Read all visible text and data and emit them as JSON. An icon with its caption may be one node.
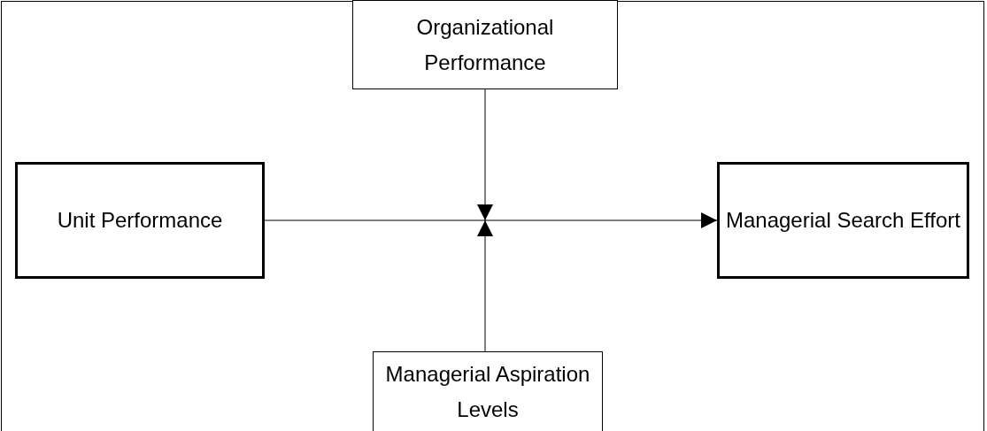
{
  "diagram": {
    "nodes": [
      {
        "text": [
          "Organizational Performance"
        ]
      },
      {
        "text": [
          "Unit Performance"
        ]
      },
      {
        "text": [
          "Managerial Search Effort"
        ]
      },
      {
        "text": [
          "Managerial Aspiration Levels"
        ]
      }
    ],
    "edges": [
      {
        "from": 1,
        "to": 2,
        "arrow": "to"
      },
      {
        "from": 0,
        "to": null,
        "arrow": "to"
      },
      {
        "from": 3,
        "to": null,
        "arrow": "to"
      }
    ]
  }
}
